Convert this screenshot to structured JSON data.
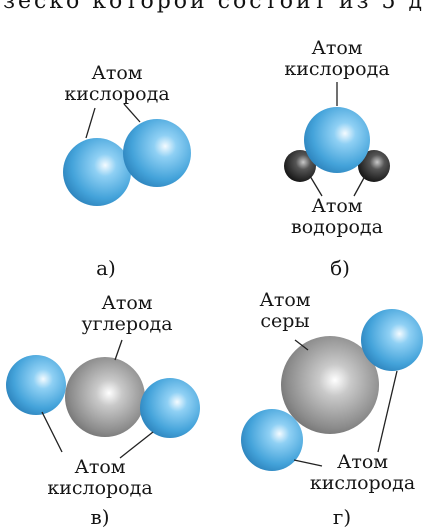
{
  "top_text": "зеско которой состоит из 5 д",
  "panels": [
    {
      "caption": "а)",
      "labels": [
        "Атом",
        "кислорода"
      ]
    },
    {
      "caption": "б)",
      "labels": [
        "Атом",
        "кислорода"
      ],
      "labels2": [
        "Атом",
        "водорода"
      ]
    },
    {
      "caption": "в)",
      "labels": [
        "Атом",
        "углерода"
      ],
      "labels2": [
        "Атом",
        "кислорода"
      ]
    },
    {
      "caption": "г)",
      "labels": [
        "Атом",
        "серы"
      ],
      "labels2": [
        "Атом",
        "кислорода"
      ]
    }
  ],
  "colors": {
    "oxygen": "#4aa8e0",
    "hydrogen": "#2a2a2a",
    "carbon": "#8a8a8a",
    "sulfur": "#9a9a9a"
  }
}
